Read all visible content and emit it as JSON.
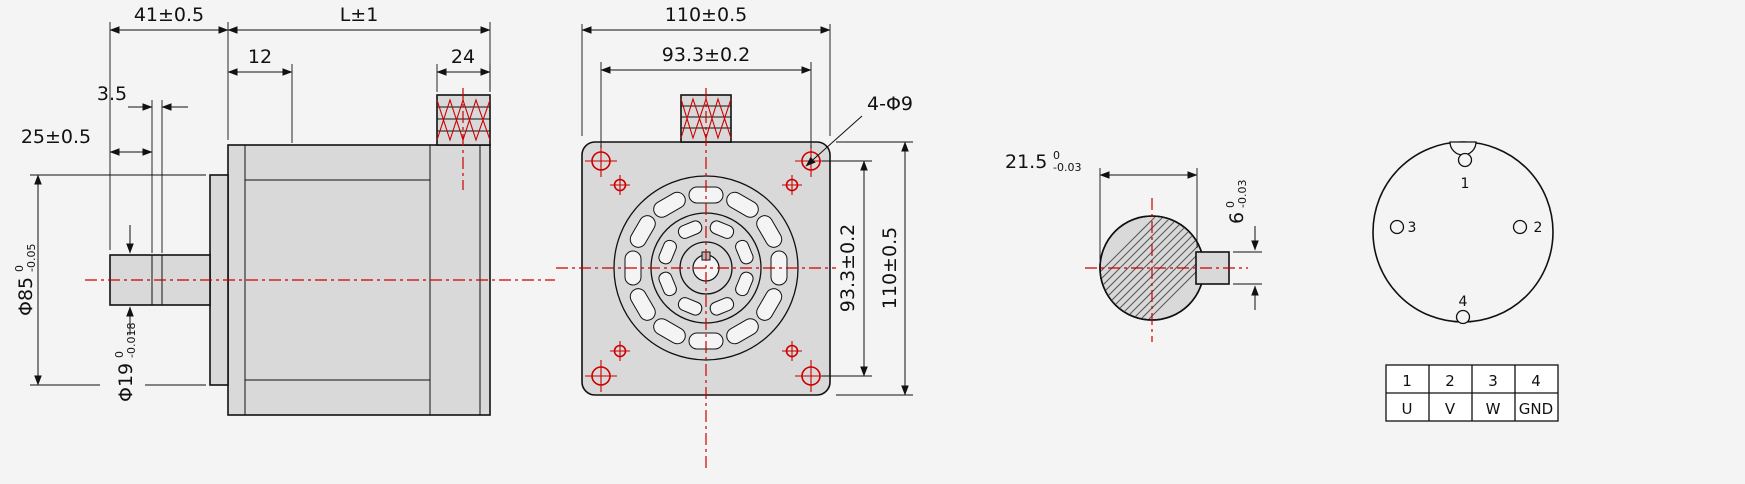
{
  "colors": {
    "background": "#f4f4f4",
    "part_fill": "#d9d9d9",
    "line": "#111111",
    "centerline_red": "#cc0000"
  },
  "side_view": {
    "dim_shaft_length": "41±0.5",
    "dim_body_length": "L±1",
    "dim_12": "12",
    "dim_24": "24",
    "dim_3_5": "3.5",
    "dim_25": "25±0.5",
    "dim_pilot_dia": "Φ85",
    "dim_pilot_tol_upper": "0",
    "dim_pilot_tol_lower": "-0.05",
    "dim_shaft_dia": "Φ19",
    "dim_shaft_tol_upper": "0",
    "dim_shaft_tol_lower": "-0.018"
  },
  "front_view": {
    "dim_width": "110±0.5",
    "dim_hole_spacing_h": "93.3±0.2",
    "dim_holes": "4-Φ9",
    "dim_hole_spacing_v": "93.3±0.2",
    "dim_height": "110±0.5"
  },
  "shaft_section": {
    "dim_flat": "21.5",
    "dim_flat_tol_upper": "0",
    "dim_flat_tol_lower": "-0.03",
    "dim_key": "6",
    "dim_key_tol_upper": "0",
    "dim_key_tol_lower": "-0.03"
  },
  "connector": {
    "pin_labels": [
      "1",
      "2",
      "3",
      "4"
    ]
  },
  "pin_table": {
    "pins": [
      "1",
      "2",
      "3",
      "4"
    ],
    "signals": [
      "U",
      "V",
      "W",
      "GND"
    ]
  }
}
